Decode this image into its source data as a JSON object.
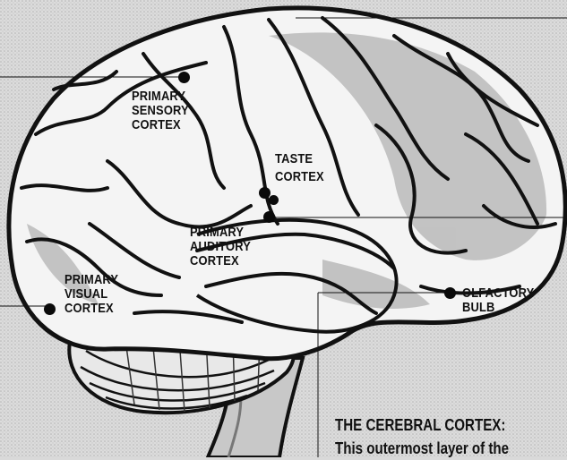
{
  "labels": {
    "sensory": [
      "PRIMARY",
      "SENSORY",
      "CORTEX"
    ],
    "taste": [
      "TASTE",
      "CORTEX"
    ],
    "auditory": [
      "PRIMARY",
      "AUDITORY",
      "CORTEX"
    ],
    "visual": [
      "PRIMARY",
      "VISUAL",
      "CORTEX"
    ],
    "olfactory": [
      "OLFACTORY",
      "BULB"
    ]
  },
  "caption": {
    "title": "THE CEREBRAL CORTEX:",
    "text": "This outermost layer of the"
  },
  "colors": {
    "background": "#d9d9d9",
    "brain_fill": "#f4f4f4",
    "outline": "#111111",
    "shade": "#9a9a9a"
  }
}
